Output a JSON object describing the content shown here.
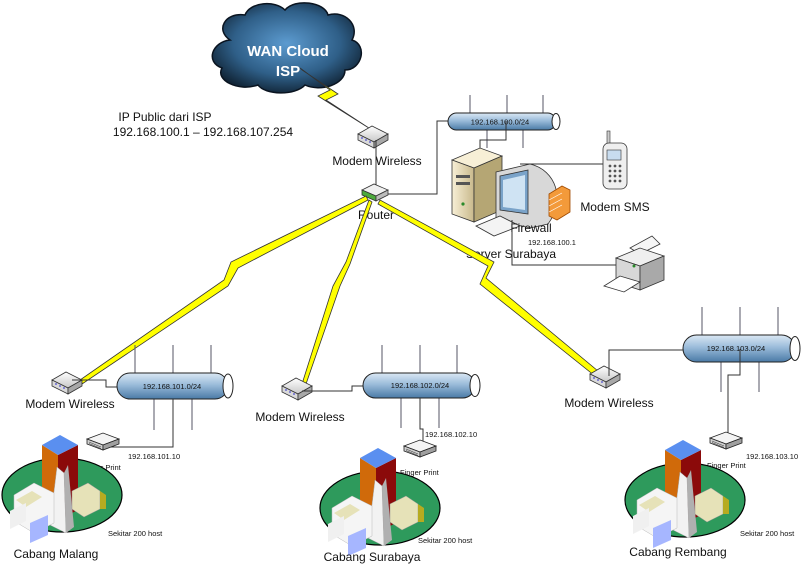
{
  "cloud": {
    "line1": "WAN Cloud",
    "line2": "ISP"
  },
  "ip_public": {
    "title": "IP Public dari ISP",
    "range": "192.168.100.1 – 192.168.107.254"
  },
  "core": {
    "modem_label": "Modem Wireless",
    "router_label": "Router",
    "network": "192.168.100.0/24",
    "server_label": "Server Surabaya",
    "server_ip": "192.168.100.1",
    "firewall_label": "Firewall",
    "sms_label": "Modem SMS",
    "printer_label": ""
  },
  "branches": [
    {
      "name": "Cabang Malang",
      "modem_label": "Modem Wireless",
      "network": "192.168.101.0/24",
      "fp_label": "Finger Print",
      "fp_ip": "192.168.101.10",
      "hosts": "Sekitar 200 host"
    },
    {
      "name": "Cabang Surabaya",
      "modem_label": "Modem Wireless",
      "network": "192.168.102.0/24",
      "fp_label": "Finger Print",
      "fp_ip": "192.168.102.10",
      "hosts": "Sekitar 200 host"
    },
    {
      "name": "Cabang Rembang",
      "modem_label": "Modem Wireless",
      "network": "192.168.103.0/24",
      "fp_label": "Finger Print",
      "fp_ip": "192.168.103.10",
      "hosts": "Sekitar 200 host"
    }
  ],
  "colors": {
    "lightning": "#ffff00",
    "bus": "#8fb4d6",
    "cloud": "#1e3a52",
    "ground": "#2e9a5c"
  }
}
